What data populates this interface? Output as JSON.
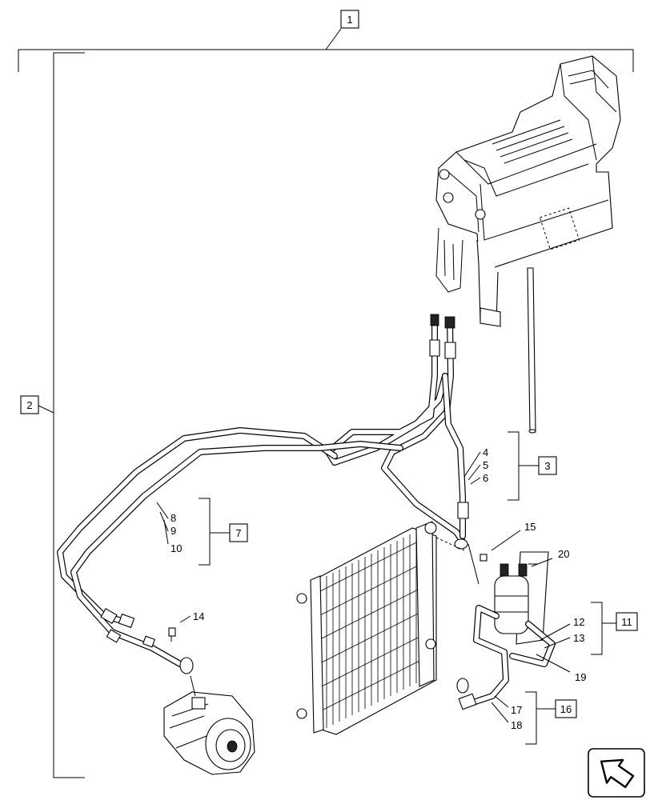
{
  "callouts": {
    "c1": "1",
    "c2": "2",
    "c3": "3",
    "c7": "7",
    "c11": "11",
    "c16": "16"
  },
  "labels": {
    "l4": "4",
    "l5": "5",
    "l6": "6",
    "l8": "8",
    "l9": "9",
    "l10": "10",
    "l12": "12",
    "l13": "13",
    "l14": "14",
    "l15": "15",
    "l17": "17",
    "l18": "18",
    "l19": "19",
    "l20": "20"
  },
  "icons": {
    "nav": "next-page-arrow-icon"
  }
}
